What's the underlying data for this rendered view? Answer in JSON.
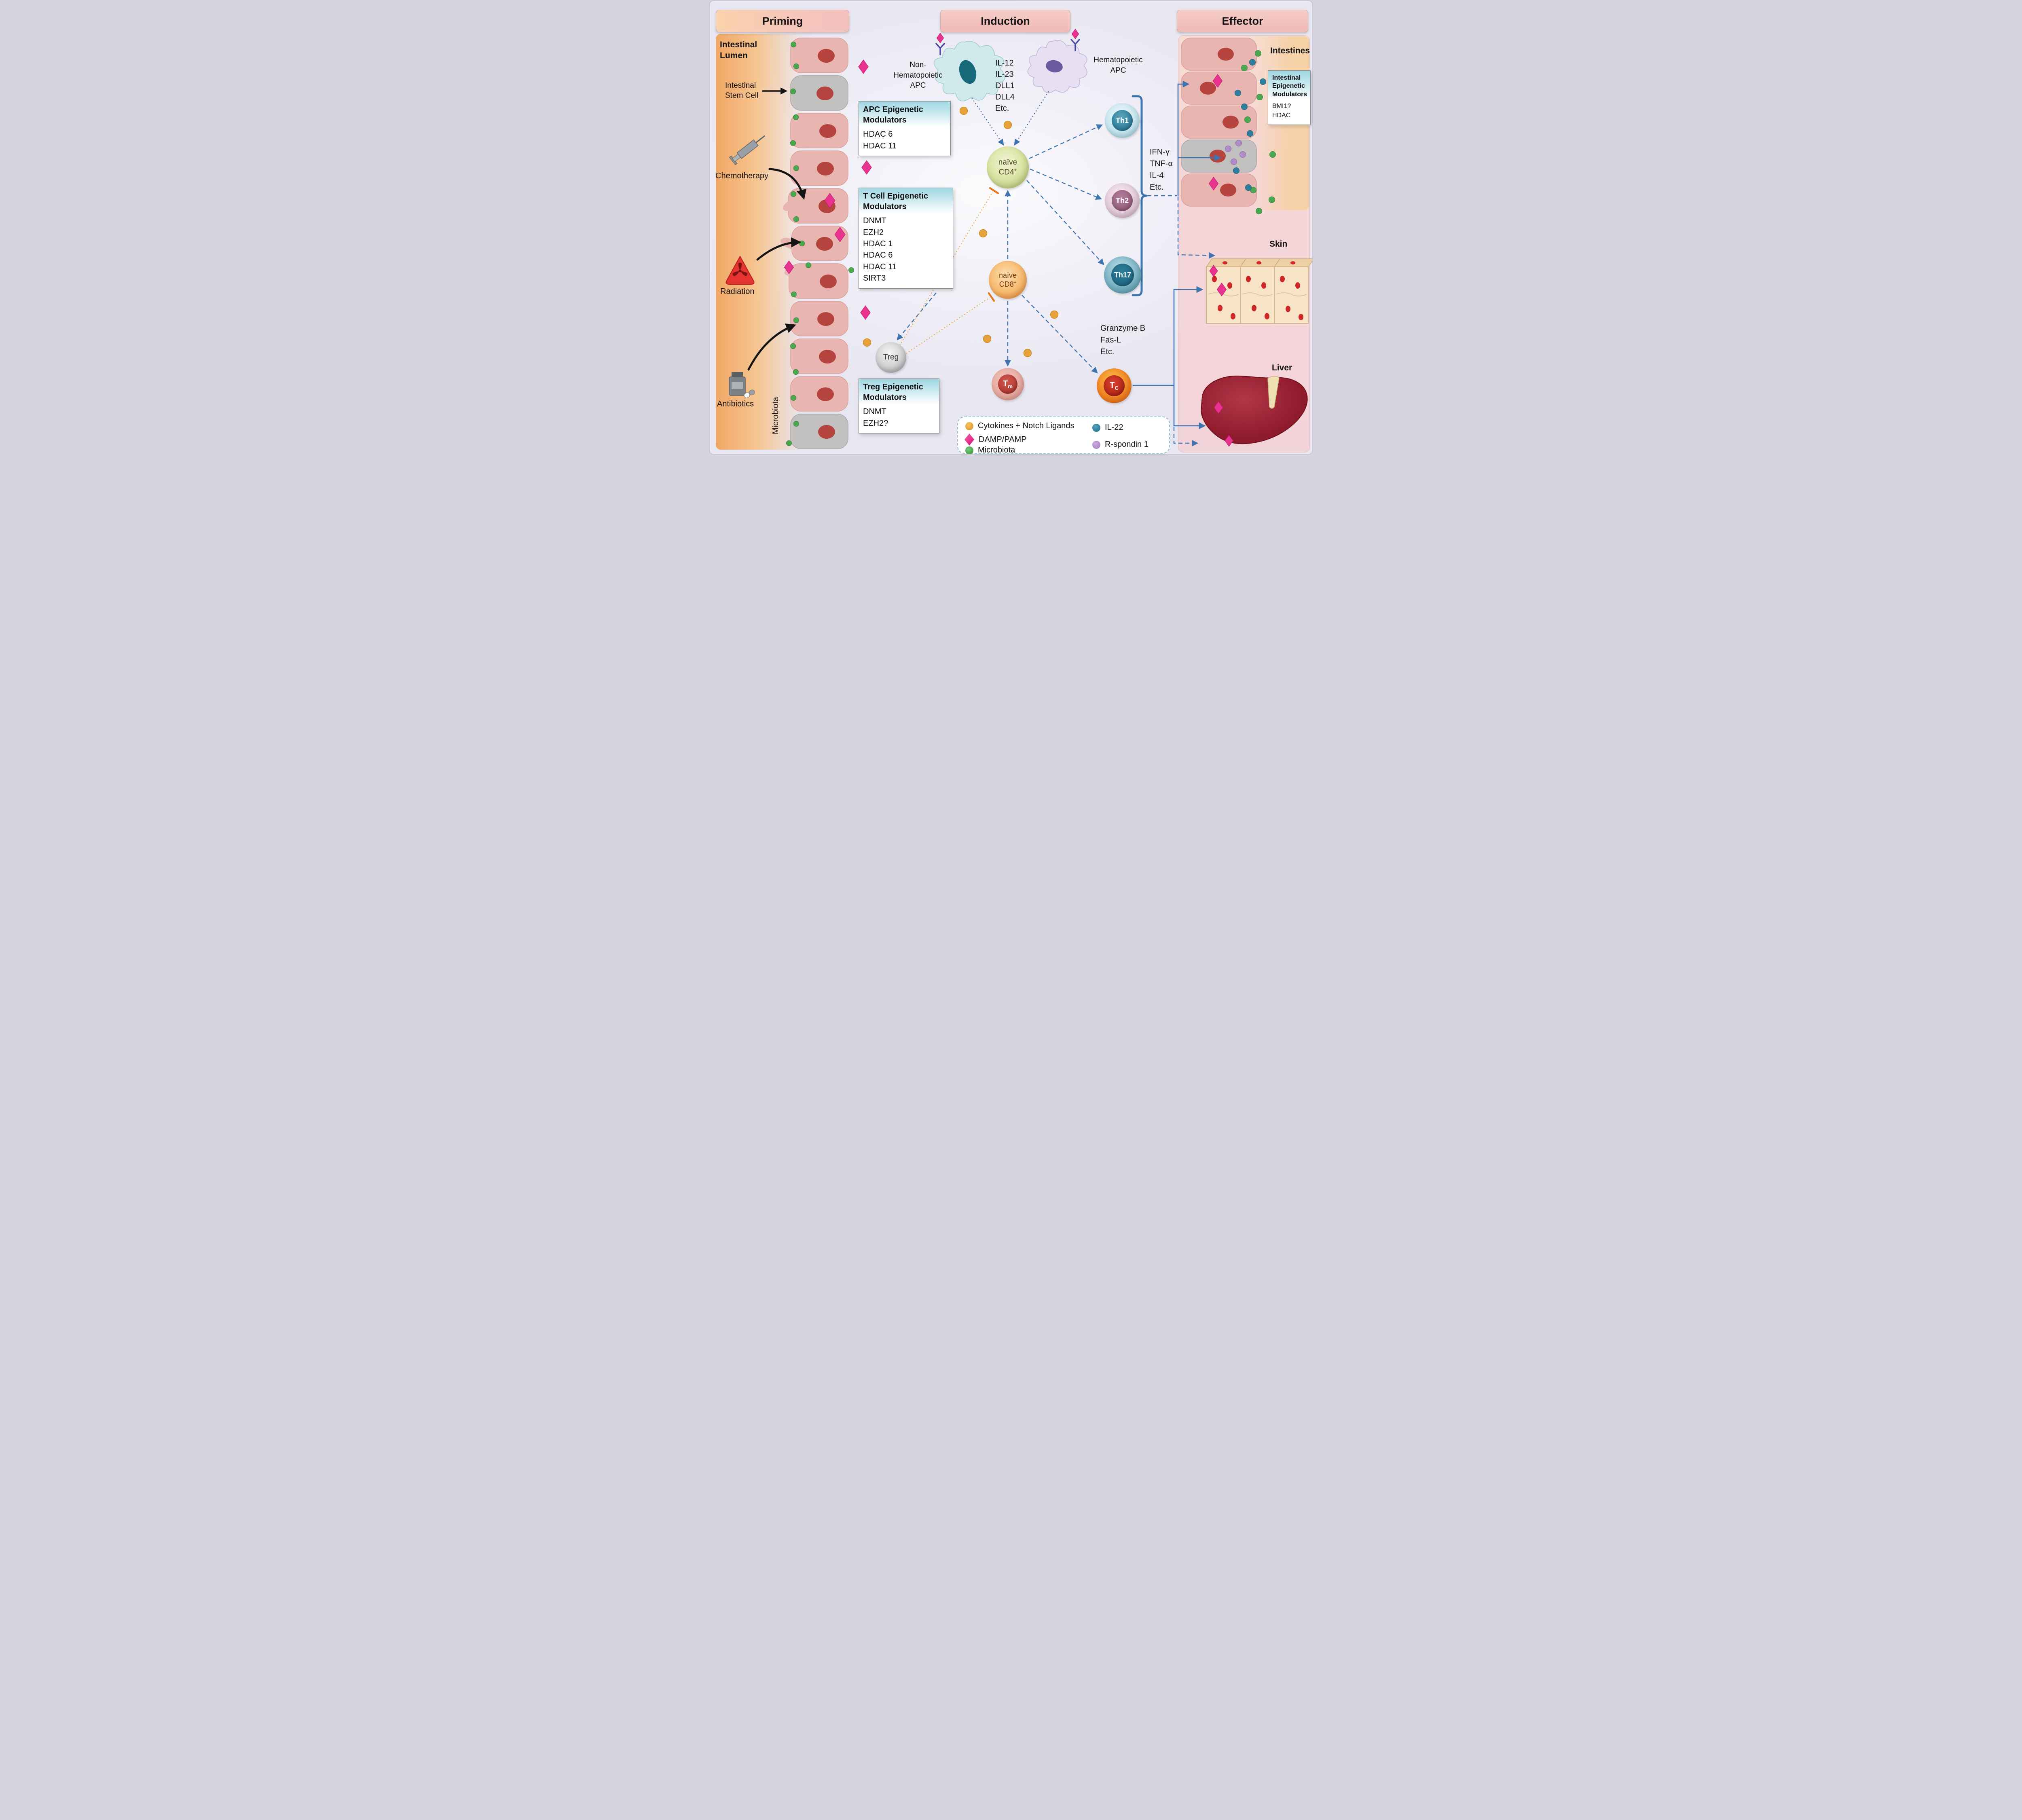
{
  "colors": {
    "cytokine_notch": "#E7A33A",
    "damp_pamp": "#E8338F",
    "microbiota": "#4AA94F",
    "il22": "#2E7F9E",
    "rspondin1": "#B08CC8",
    "arrow_blue": "#3F74AE",
    "inhibition_orange": "#E07820"
  },
  "headers": {
    "priming": "Priming",
    "induction": "Induction",
    "effector": "Effector"
  },
  "priming": {
    "intestinal_lumen": [
      "Intestinal",
      "Lumen"
    ],
    "intestinal_stem_cell": [
      "Intestinal",
      "Stem Cell"
    ],
    "chemotherapy": "Chemotherapy",
    "radiation": "Radiation",
    "antibiotics": "Antibiotics",
    "microbiota": "Microbiota"
  },
  "boxes": {
    "apc": {
      "title": "APC Epigenetic Modulators",
      "items": [
        "HDAC 6",
        "HDAC 11"
      ]
    },
    "tcell": {
      "title": "T Cell Epigenetic Modulators",
      "items": [
        "DNMT",
        "EZH2",
        "HDAC 1",
        "HDAC 6",
        "HDAC 11",
        "SIRT3"
      ]
    },
    "treg": {
      "title": "Treg Epigenetic Modulators",
      "items": [
        "DNMT",
        "EZH2?"
      ]
    },
    "intestinal": {
      "title": "Intestinal Epigenetic Modulators",
      "items": [
        "BMI1?",
        "HDAC"
      ]
    }
  },
  "induction": {
    "non_hematopoietic_apc": [
      "Non-",
      "Hematopoietic",
      "APC"
    ],
    "hematopoietic_apc": [
      "Hematopoietic",
      "APC"
    ],
    "apc_signals": [
      "IL-12",
      "IL-23",
      "DLL1",
      "DLL4",
      "Etc."
    ],
    "naive_cd4": {
      "line1": "naïve",
      "line2": "CD4",
      "sup": "+"
    },
    "naive_cd8": {
      "line1": "naïve",
      "line2": "CD8",
      "sup": "+"
    },
    "th1": "Th1",
    "th2": "Th2",
    "th17": "Th17",
    "treg": "Treg",
    "tm": {
      "base": "T",
      "sub": "m"
    },
    "tc": {
      "base": "T",
      "sub": "C"
    },
    "th_cytokines": [
      "IFN-γ",
      "TNF-α",
      "IL-4",
      "Etc."
    ],
    "tc_effectors": [
      "Granzyme B",
      "Fas-L",
      "Etc."
    ]
  },
  "effector": {
    "intestines": "Intestines",
    "skin": "Skin",
    "liver": "Liver"
  },
  "legend": {
    "cytokines_notch": "Cytokines + Notch Ligands",
    "damp_pamp": "DAMP/PAMP",
    "microbiota": "Microbiota",
    "il22": "IL-22",
    "rspondin1": "R-spondin 1"
  }
}
